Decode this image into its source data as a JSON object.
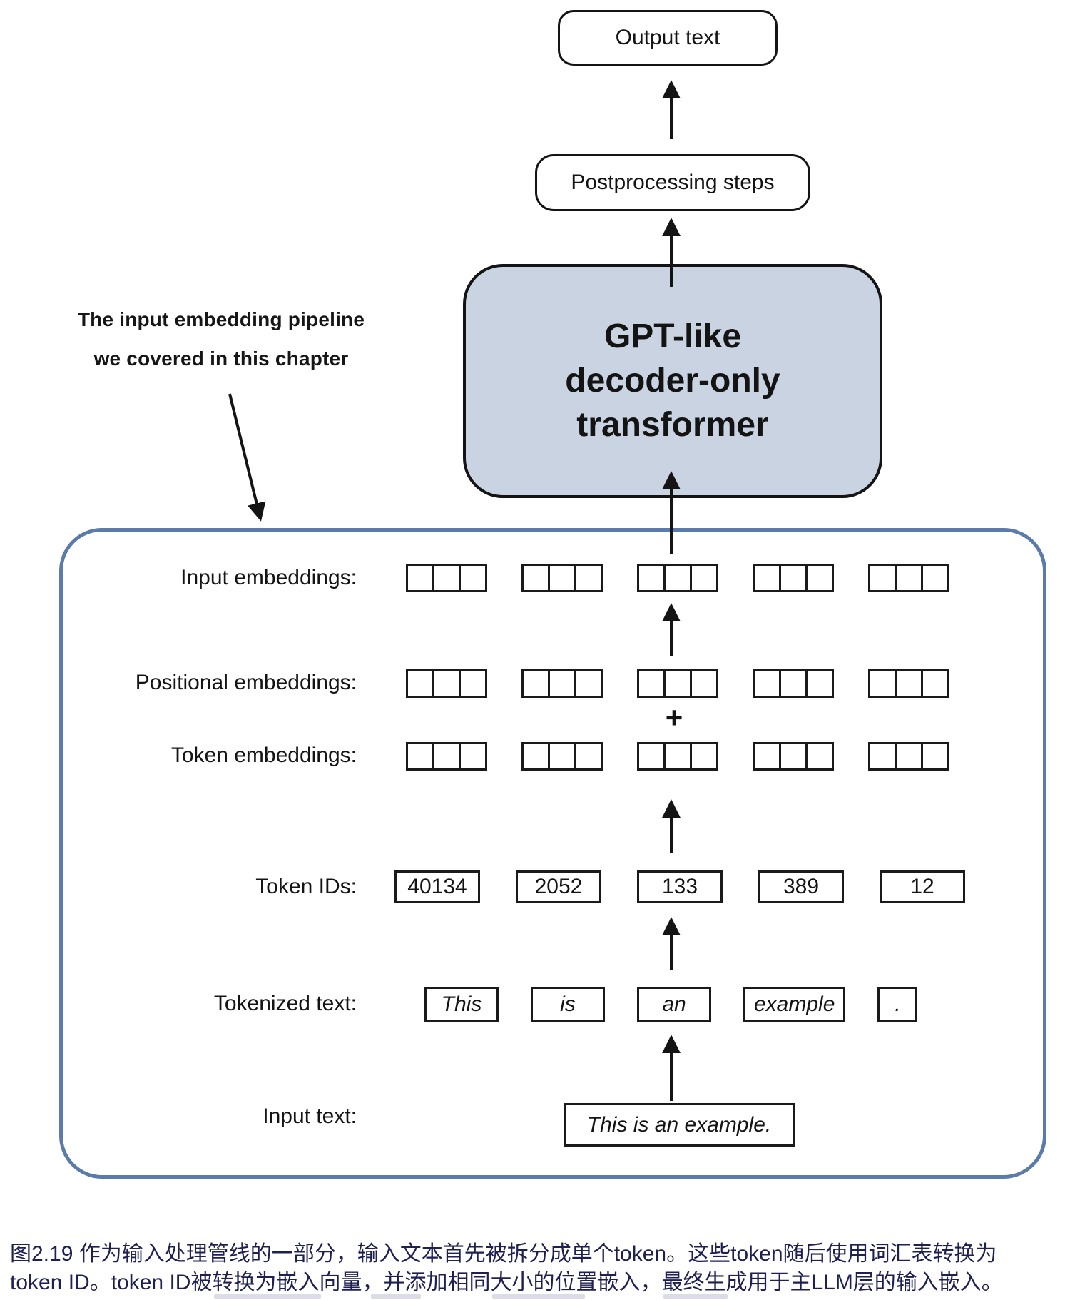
{
  "title_boxes": {
    "output": "Output text",
    "postprocessing": "Postprocessing steps"
  },
  "transformer": {
    "line1": "GPT-like",
    "line2": "decoder-only",
    "line3": "transformer"
  },
  "annotation": {
    "line1": "The input embedding pipeline",
    "line2": "we covered in this chapter"
  },
  "labels": {
    "input_embeddings": "Input embeddings:",
    "positional_embeddings": "Positional embeddings:",
    "token_embeddings": "Token embeddings:",
    "token_ids": "Token IDs:",
    "tokenized_text": "Tokenized text:",
    "input_text": "Input text:"
  },
  "plus": "+",
  "embedding": {
    "groups": 5,
    "cells_per_group": 3
  },
  "token_ids": [
    "40134",
    "2052",
    "133",
    "389",
    "12"
  ],
  "tokens": [
    "This",
    "is",
    "an",
    "example",
    "."
  ],
  "input_text": "This is an example.",
  "caption": {
    "line1": "图2.19 作为输入处理管线的一部分，输入文本首先被拆分成单个token。这些token随后使用词汇表转换为",
    "line2": "token ID。token ID被转换为嵌入向量，并添加相同大小的位置嵌入，最终生成用于主LLM层的输入嵌入。"
  },
  "colors": {
    "transformer_fill": "#c9d3e1",
    "container_border": "#5b7cab",
    "caption_text": "#1e2052",
    "line": "#141414"
  }
}
